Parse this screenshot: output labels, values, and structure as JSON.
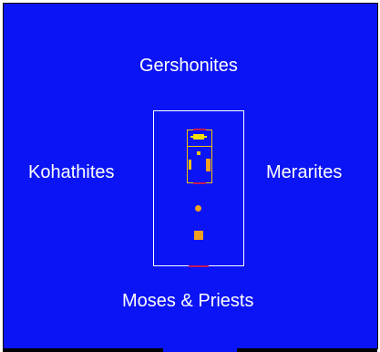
{
  "camps": {
    "north": "Gershonites",
    "west": "Kohathites",
    "east": "Merarites",
    "south": "Moses & Priests"
  },
  "icons": {
    "ark": "ark-of-covenant-icon",
    "incense": "incense-altar-icon",
    "lampstand": "lampstand-icon",
    "table": "table-of-showbread-icon",
    "laver": "bronze-laver-icon",
    "altar": "burnt-offering-altar-icon"
  },
  "colors": {
    "background": "#0b14f5",
    "text": "#ffffff",
    "court_outline": "#ffffff",
    "tabernacle_outline": "#f5c400",
    "ark": "#f5e000",
    "furniture": "#f0a020",
    "curtains": "#c2185b"
  }
}
